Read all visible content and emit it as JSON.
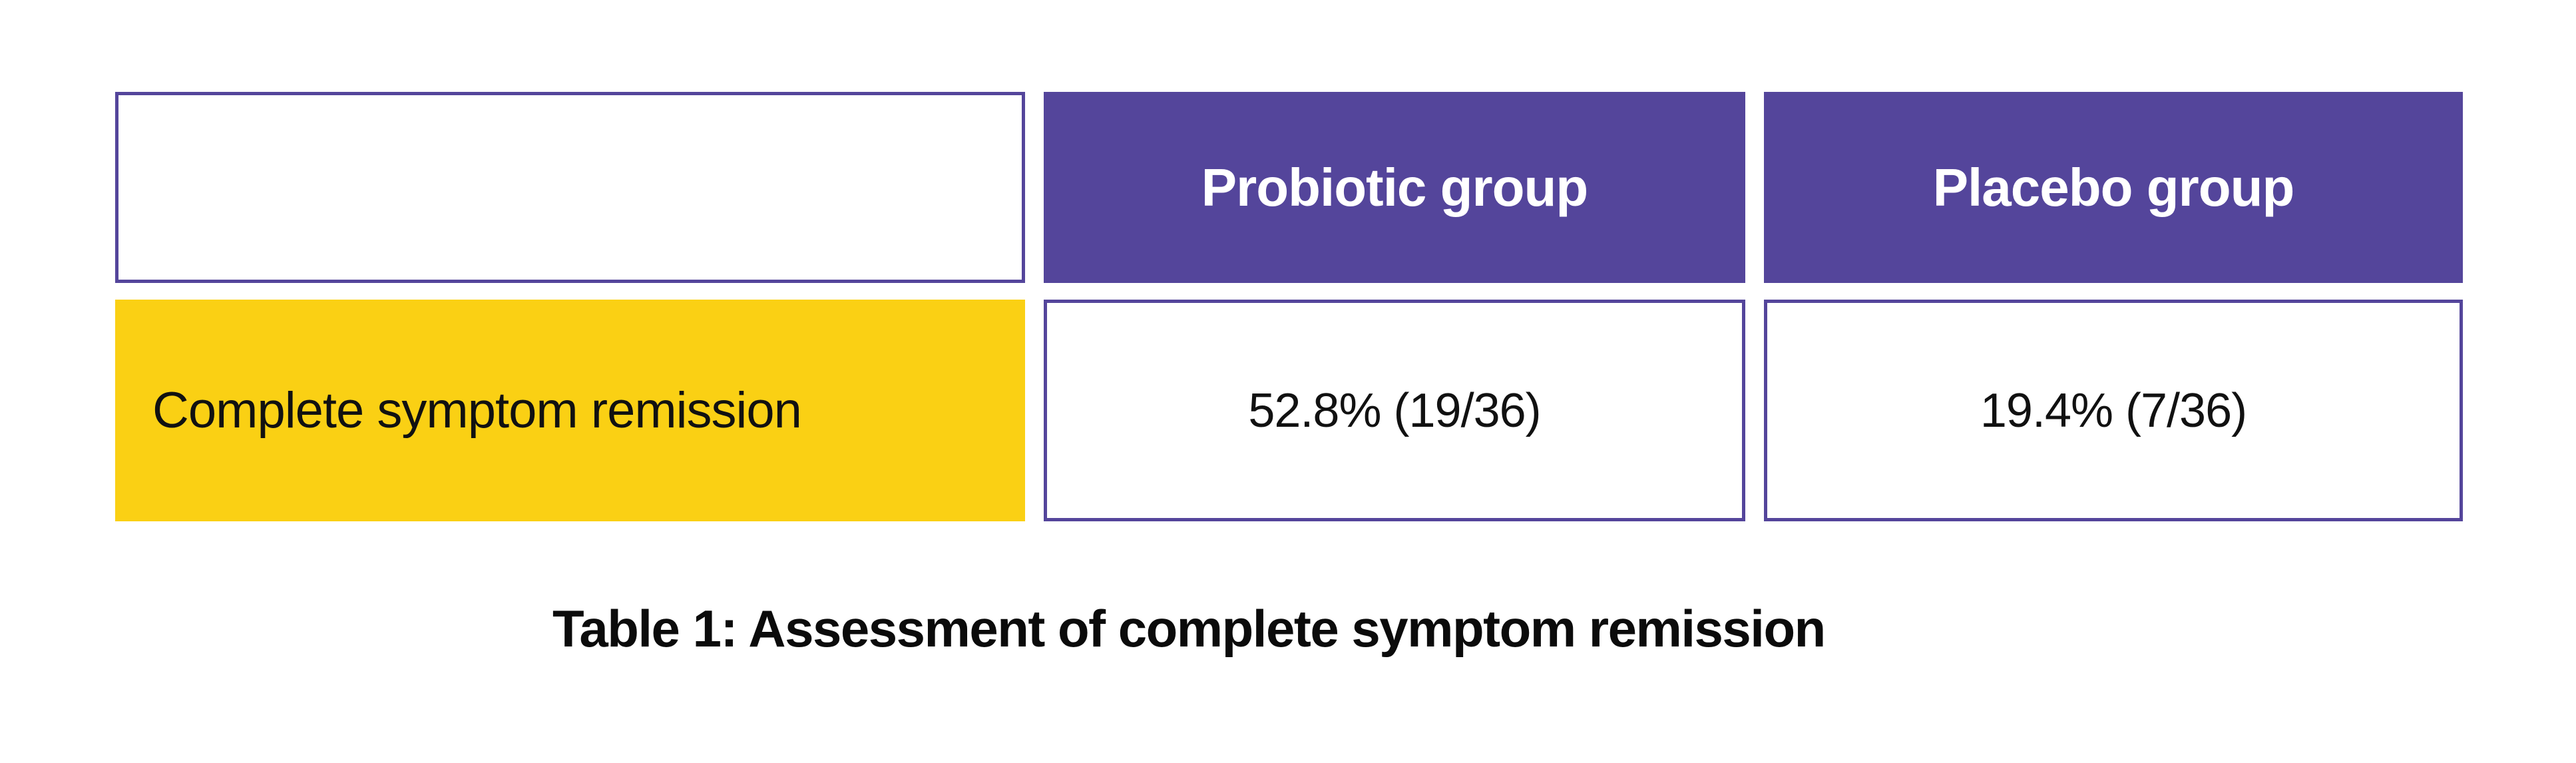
{
  "figure": {
    "caption": "Table 1: Assessment of complete symptom remission",
    "colors": {
      "header_fill": "#54459b",
      "border": "#54459b",
      "row_label_fill": "#fad014",
      "page_background": "#ffffff",
      "header_text": "#ffffff",
      "body_text": "#111111",
      "caption_text": "#0b0b0b"
    }
  },
  "chart_data": {
    "type": "table",
    "title": "Table 1: Assessment of complete symptom remission",
    "columns": [
      "",
      "Probiotic group",
      "Placebo group"
    ],
    "rows": [
      {
        "label": "Complete symptom remission",
        "cells": [
          "52.8% (19/36)",
          "19.4% (7/36)"
        ]
      }
    ],
    "series": [
      {
        "name": "Probiotic group",
        "metric": "Complete symptom remission",
        "percent": 52.8,
        "numerator": 19,
        "denominator": 36,
        "display": "52.8% (19/36)"
      },
      {
        "name": "Placebo group",
        "metric": "Complete symptom remission",
        "percent": 19.4,
        "numerator": 7,
        "denominator": 36,
        "display": "19.4% (7/36)"
      }
    ]
  },
  "table": {
    "header": {
      "corner_label": "",
      "col_probiotic": "Probiotic group",
      "col_placebo": "Placebo group"
    },
    "row_remission": {
      "label": "Complete symptom remission",
      "probiotic_value": "52.8% (19/36)",
      "placebo_value": "19.4% (7/36)"
    }
  }
}
